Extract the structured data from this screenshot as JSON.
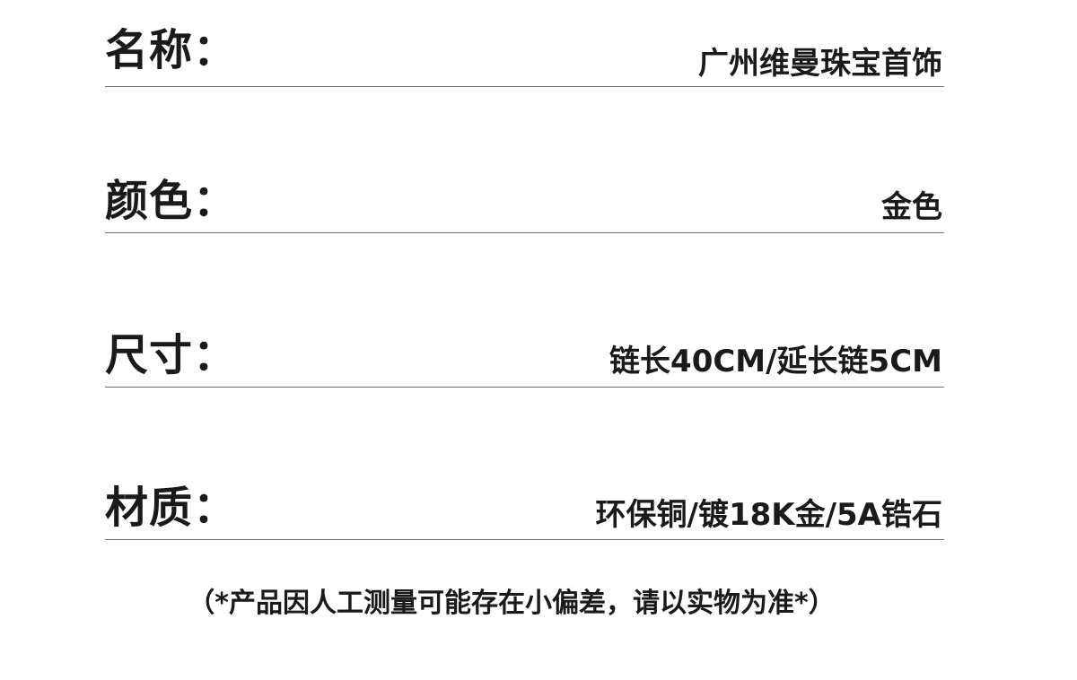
{
  "specs": [
    {
      "label": "名称：",
      "value": "广州维曼珠宝首饰"
    },
    {
      "label": "颜色：",
      "value": "金色"
    },
    {
      "label": "尺寸：",
      "value": "链长40CM/延长链5CM"
    },
    {
      "label": "材质：",
      "value": "环保铜/镀18K金/5A锆石"
    }
  ],
  "note": "（*产品因人工测量可能存在小偏差，请以实物为准*）"
}
